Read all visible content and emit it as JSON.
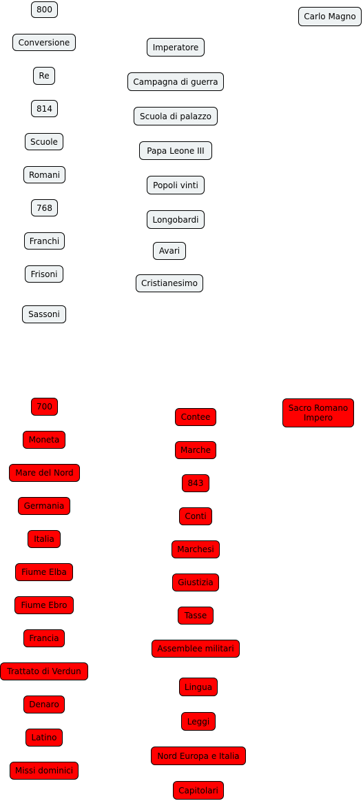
{
  "gray_nodes": {
    "n800": "800",
    "conversione": "Conversione",
    "re": "Re",
    "n814": "814",
    "scuole": "Scuole",
    "romani": "Romani",
    "n768": "768",
    "franchi": "Franchi",
    "frisoni": "Frisoni",
    "sassoni": "Sassoni",
    "imperatore": "Imperatore",
    "campagna_di_guerra": "Campagna di guerra",
    "scuola_di_palazzo": "Scuola di palazzo",
    "papa_leone_iii": "Papa Leone III",
    "popoli_vinti": "Popoli vinti",
    "longobardi": "Longobardi",
    "avari": "Avari",
    "cristianesimo": "Cristianesimo",
    "carlo_magno": "Carlo Magno"
  },
  "red_nodes": {
    "n700": "700",
    "moneta": "Moneta",
    "mare_del_nord": "Mare del Nord",
    "germania": "Germania",
    "italia": "Italia",
    "fiume_elba": "Fiume Elba",
    "fiume_ebro": "Fiume Ebro",
    "francia": "Francia",
    "trattato_di_verdun": "Trattato di Verdun",
    "denaro": "Denaro",
    "latino": "Latino",
    "missi_dominici": "Missi dominici",
    "contee": "Contee",
    "marche": "Marche",
    "n843": "843",
    "conti": "Conti",
    "marchesi": "Marchesi",
    "giustizia": "Giustizia",
    "tasse": "Tasse",
    "assemblee_militari": "Assemblee militari",
    "lingua": "Lingua",
    "leggi": "Leggi",
    "nord_europa_e_italia": "Nord Europa e Italia",
    "capitolari": "Capitolari",
    "sacro_romano_impero": "Sacro Romano Impero"
  },
  "colors": {
    "gray_fill": "#eef2f3",
    "red_fill": "#ff0000",
    "border": "#000000"
  }
}
